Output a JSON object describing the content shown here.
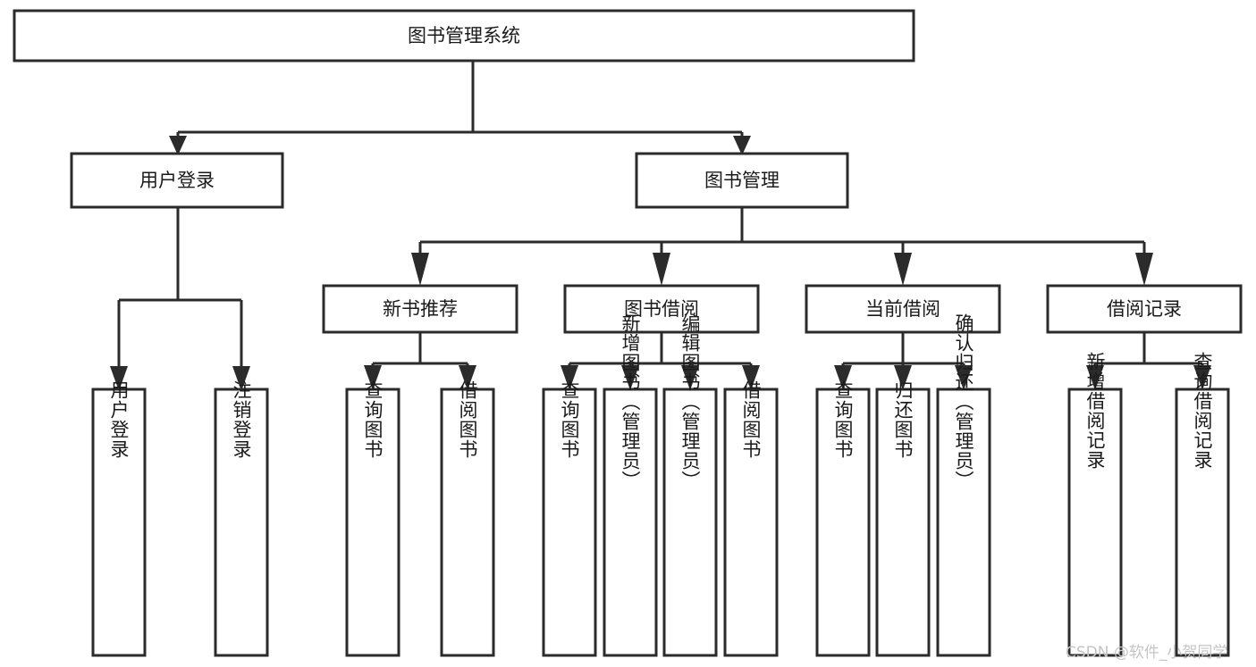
{
  "diagram": {
    "type": "tree",
    "title": "图书管理系统",
    "root": {
      "label": "图书管理系统"
    },
    "level1": [
      {
        "label": "用户登录"
      },
      {
        "label": "图书管理"
      }
    ],
    "level2": [
      {
        "label": "新书推荐"
      },
      {
        "label": "图书借阅"
      },
      {
        "label": "当前借阅"
      },
      {
        "label": "借阅记录"
      }
    ],
    "leaves": {
      "user_login": [
        {
          "label": "用户登录"
        },
        {
          "label": "注销登录"
        }
      ],
      "new_book_recommend": [
        {
          "label": "查询图书"
        },
        {
          "label": "借阅图书"
        }
      ],
      "book_borrow": [
        {
          "label": "查询图书"
        },
        {
          "label": "新增图书（管理员）"
        },
        {
          "label": "编辑图书（管理员）"
        },
        {
          "label": "借阅图书"
        }
      ],
      "current_borrow": [
        {
          "label": "查询图书"
        },
        {
          "label": "归还图书"
        },
        {
          "label": "确认归还（管理员）"
        }
      ],
      "borrow_records": [
        {
          "label": "新增借阅记录"
        },
        {
          "label": "查询借阅记录"
        }
      ]
    }
  },
  "watermark": {
    "text": "CSDN @软件_小贺同学"
  },
  "colors": {
    "stroke": "#2b2b2b",
    "fill": "#ffffff",
    "text": "#1a1a1a",
    "watermark": "#c4c4c4"
  }
}
